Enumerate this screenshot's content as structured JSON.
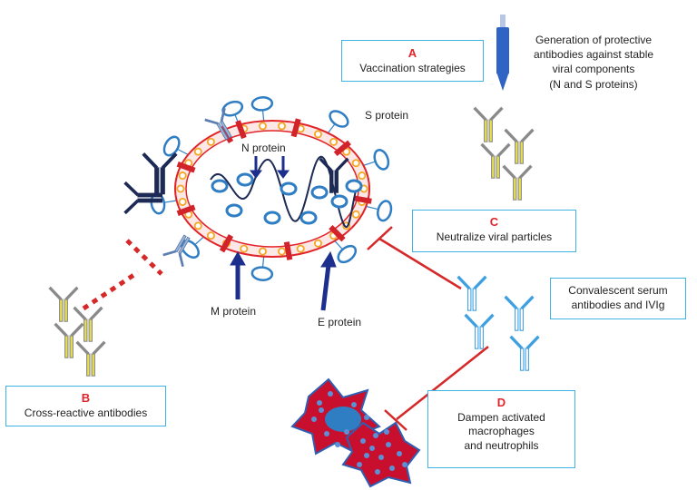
{
  "boxes": {
    "a": {
      "letter": "A",
      "text": "Vaccination strategies"
    },
    "b": {
      "letter": "B",
      "text": "Cross-reactive antibodies"
    },
    "c": {
      "letter": "C",
      "text": "Neutralize viral particles"
    },
    "d": {
      "letter": "D",
      "line1": "Dampen activated",
      "line2": "macrophages",
      "line3": "and neutrophils"
    },
    "conv": {
      "line1": "Convalescent serum",
      "line2": "antibodies and IVIg"
    }
  },
  "captions": {
    "vaccine_line1": "Generation of protective",
    "vaccine_line2": "antibodies against stable",
    "vaccine_line3": "viral components",
    "vaccine_line4": "(N and S proteins)"
  },
  "proteins": {
    "n": "N protein",
    "s": "S protein",
    "m": "M protein",
    "e": "E protein"
  },
  "colors": {
    "box_border": "#3fb4e0",
    "letter": "#e0242a",
    "membrane": "#e0242a",
    "bead": "#f5a623",
    "spike": "#2f7ec4",
    "arrow": "#1c2f8c",
    "antibody_dark": "#1c2a55",
    "antibody_yellow": "#e8e04a",
    "cell": "#c8102e"
  }
}
